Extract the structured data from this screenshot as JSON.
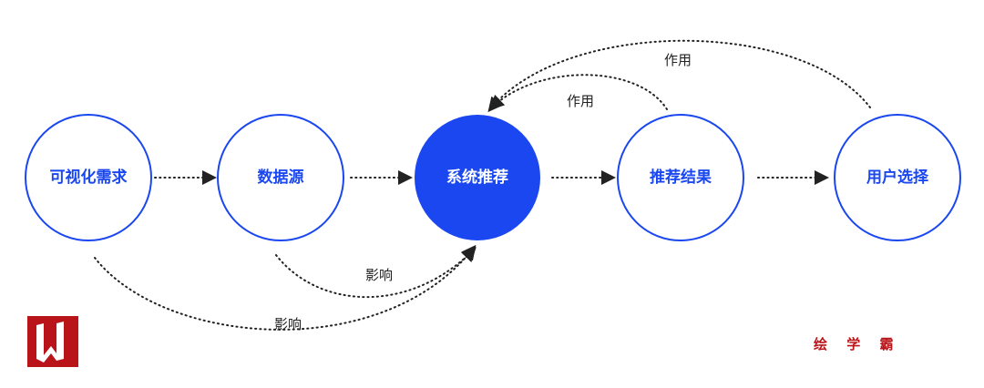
{
  "colors": {
    "accent": "#1A47F0",
    "brand": "#B8141A"
  },
  "nodes": [
    {
      "label": "可视化需求"
    },
    {
      "label": "数据源"
    },
    {
      "label": "系统推荐"
    },
    {
      "label": "推荐结果"
    },
    {
      "label": "用户选择"
    }
  ],
  "edge_labels": {
    "feedback_near": "作用",
    "feedback_far": "作用",
    "influence_near": "影响",
    "influence_far": "影响"
  },
  "watermark": {
    "text": "绘 学 霸",
    "logo_icon": "w-logo-icon"
  }
}
